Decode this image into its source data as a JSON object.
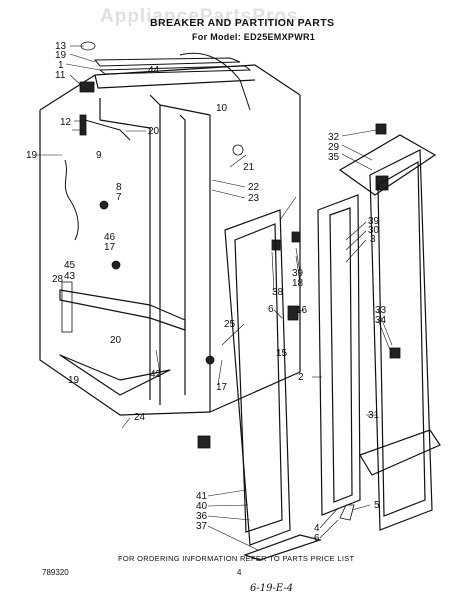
{
  "header": {
    "watermark": "AppliancePartsPros",
    "title": "BREAKER AND PARTITION PARTS",
    "model": "For Model: ED25EMXPWR1"
  },
  "callouts": {
    "13": "13",
    "19_top": "19",
    "1": "1",
    "11": "11",
    "44": "44",
    "10": "10",
    "12": "12",
    "20_top": "20",
    "19_left": "19",
    "9": "9",
    "21": "21",
    "8": "8",
    "7": "7",
    "22": "22",
    "23": "23",
    "32": "32",
    "29": "29",
    "35": "35",
    "46": "46",
    "17_left": "17",
    "39_right": "39",
    "30": "30",
    "3": "3",
    "45": "45",
    "43": "43",
    "28": "28",
    "39_center": "39",
    "18": "18",
    "38": "38",
    "6_upper": "6",
    "16": "16",
    "33": "33",
    "34": "34",
    "25": "25",
    "20_lower": "20",
    "15": "15",
    "42": "42",
    "2": "2",
    "19_lower": "19",
    "17_lower": "17",
    "24": "24",
    "31": "31",
    "41": "41",
    "40": "40",
    "5": "5",
    "36": "36",
    "37": "37",
    "4": "4",
    "6_lower": "6"
  },
  "footer": {
    "note": "FOR ORDERING INFORMATION REFER TO PARTS PRICE LIST",
    "doc_number": "789320",
    "page": "4",
    "handwritten": "6-19-E-4"
  }
}
